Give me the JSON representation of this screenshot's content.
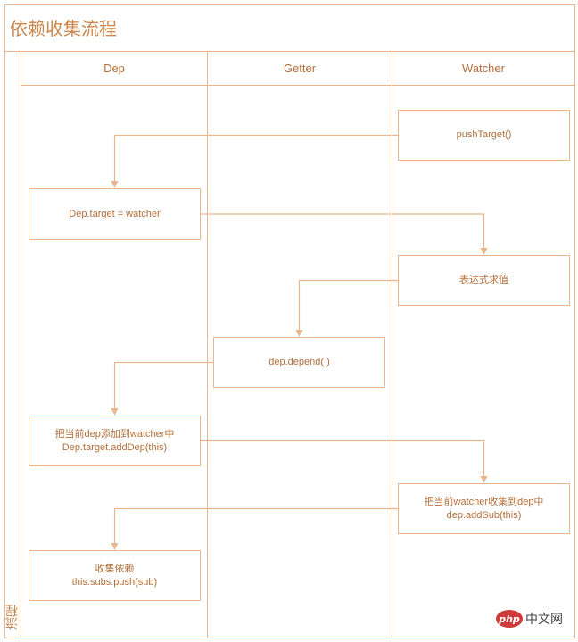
{
  "title": "依赖收集流程",
  "side_label": "流程",
  "lanes": [
    "Dep",
    "Getter",
    "Watcher"
  ],
  "nodes": {
    "push_target": [
      "pushTarget()"
    ],
    "dep_target": [
      "Dep.target = watcher"
    ],
    "eval_expr": [
      "表达式求值"
    ],
    "dep_depend": [
      "dep.depend( )"
    ],
    "add_dep": [
      "把当前dep添加到watcher中",
      "Dep.target.addDep(this)"
    ],
    "add_sub": [
      "把当前watcher收集到dep中",
      "dep.addSub(this)"
    ],
    "collect": [
      "收集依赖",
      "this.subs.push(sub)"
    ]
  },
  "edges": [
    [
      "push_target",
      "dep_target"
    ],
    [
      "dep_target",
      "eval_expr"
    ],
    [
      "eval_expr",
      "dep_depend"
    ],
    [
      "dep_depend",
      "add_dep"
    ],
    [
      "add_dep",
      "add_sub"
    ],
    [
      "add_sub",
      "collect"
    ]
  ],
  "colors": {
    "line": "#e8b78f",
    "text": "#b46f3a",
    "title": "#c9874f"
  },
  "watermark": {
    "logo": "php",
    "text": "中文网"
  }
}
